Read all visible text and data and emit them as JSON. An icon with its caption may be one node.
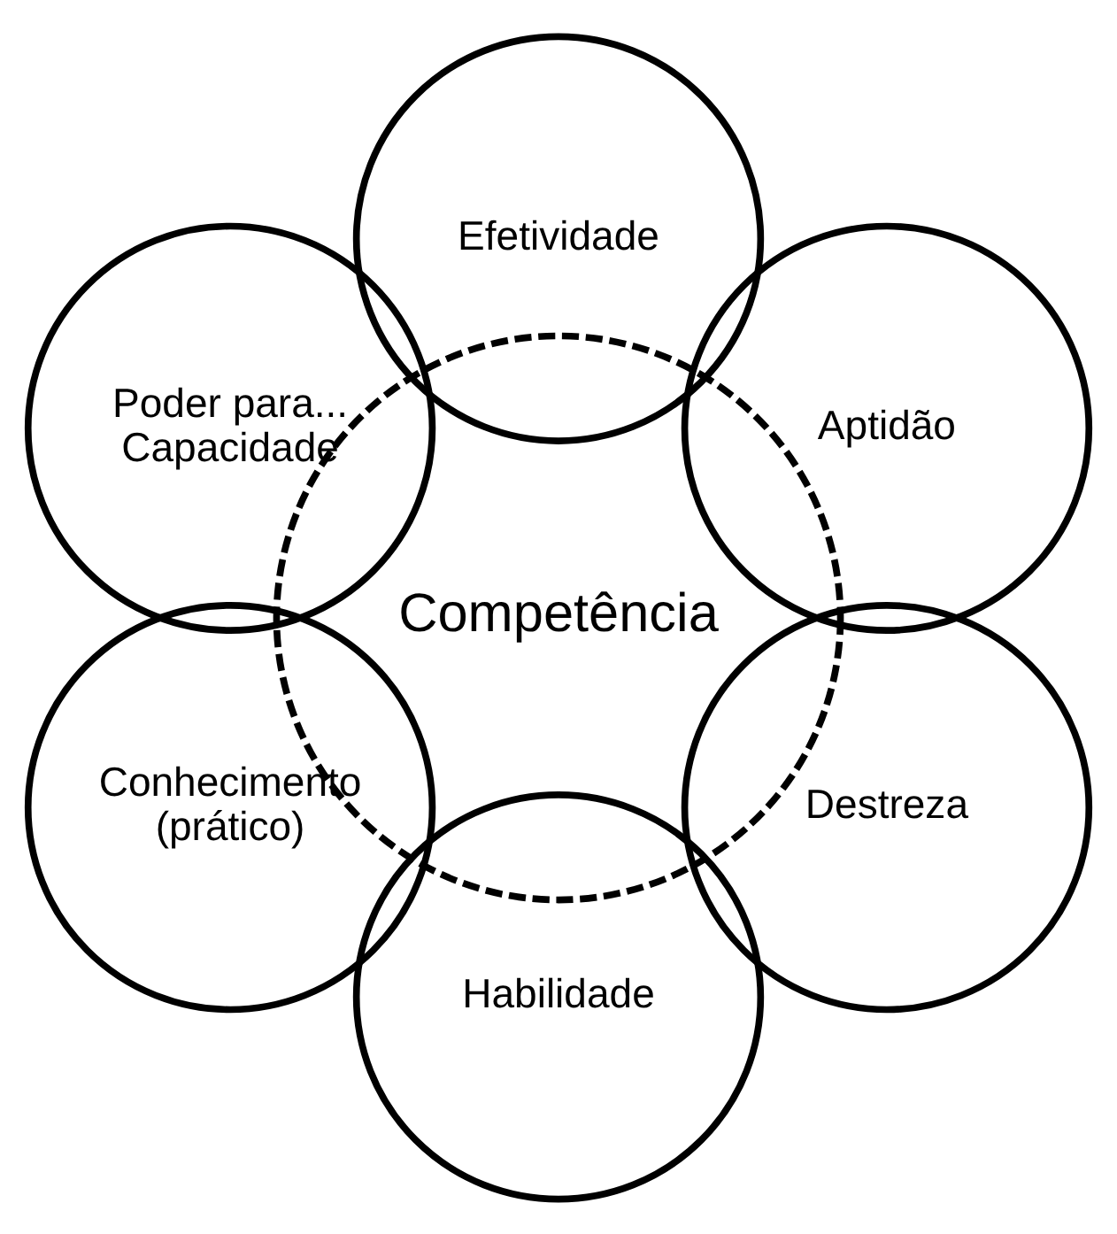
{
  "diagram": {
    "nodes": [
      {
        "text": [
          "Aptidão"
        ]
      },
      {
        "text": [
          "Efetividade"
        ]
      },
      {
        "text": [
          "Poder para... Capacidade"
        ]
      },
      {
        "text": [
          "Competência"
        ]
      },
      {
        "text": [
          "Conhecimento (prático)"
        ]
      },
      {
        "text": [
          "Habilidade"
        ]
      },
      {
        "text": [
          "Destreza"
        ]
      }
    ]
  }
}
